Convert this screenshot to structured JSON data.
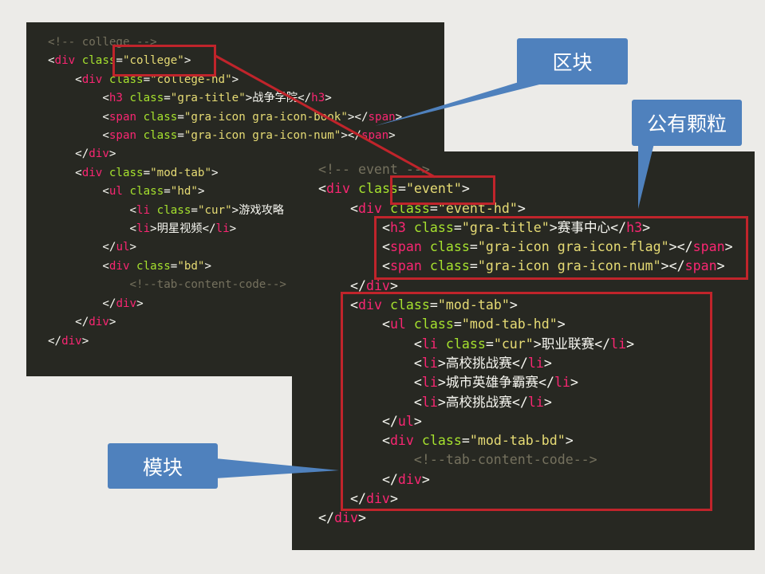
{
  "panels": [
    {
      "lines": [
        [
          0,
          [
            [
              "com",
              "<!-- college -->"
            ]
          ]
        ],
        [
          0,
          [
            [
              "p",
              "<"
            ],
            [
              "tag",
              "div"
            ],
            [
              "attr",
              " class"
            ],
            [
              "p",
              "="
            ],
            [
              "str",
              "\"college\""
            ],
            [
              "p",
              ">"
            ]
          ]
        ],
        [
          1,
          [
            [
              "p",
              "<"
            ],
            [
              "tag",
              "div"
            ],
            [
              "attr",
              " class"
            ],
            [
              "p",
              "="
            ],
            [
              "str",
              "\"college-hd\""
            ],
            [
              "p",
              ">"
            ]
          ]
        ],
        [
          2,
          [
            [
              "p",
              "<"
            ],
            [
              "tag",
              "h3"
            ],
            [
              "attr",
              " class"
            ],
            [
              "p",
              "="
            ],
            [
              "str",
              "\"gra-title\""
            ],
            [
              "p",
              ">"
            ],
            [
              "txt",
              "战争学院"
            ],
            [
              "p",
              "</"
            ],
            [
              "tag",
              "h3"
            ],
            [
              "p",
              ">"
            ]
          ]
        ],
        [
          2,
          [
            [
              "p",
              "<"
            ],
            [
              "tag",
              "span"
            ],
            [
              "attr",
              " class"
            ],
            [
              "p",
              "="
            ],
            [
              "str",
              "\"gra-icon gra-icon-book\""
            ],
            [
              "p",
              "></"
            ],
            [
              "tag",
              "span"
            ],
            [
              "p",
              ">"
            ]
          ]
        ],
        [
          2,
          [
            [
              "p",
              "<"
            ],
            [
              "tag",
              "span"
            ],
            [
              "attr",
              " class"
            ],
            [
              "p",
              "="
            ],
            [
              "str",
              "\"gra-icon gra-icon-num\""
            ],
            [
              "p",
              "></"
            ],
            [
              "tag",
              "span"
            ],
            [
              "p",
              ">"
            ]
          ]
        ],
        [
          1,
          [
            [
              "p",
              "</"
            ],
            [
              "tag",
              "div"
            ],
            [
              "p",
              ">"
            ]
          ]
        ],
        [
          1,
          [
            [
              "p",
              "<"
            ],
            [
              "tag",
              "div"
            ],
            [
              "attr",
              " class"
            ],
            [
              "p",
              "="
            ],
            [
              "str",
              "\"mod-tab\""
            ],
            [
              "p",
              ">"
            ]
          ]
        ],
        [
          2,
          [
            [
              "p",
              "<"
            ],
            [
              "tag",
              "ul"
            ],
            [
              "attr",
              " class"
            ],
            [
              "p",
              "="
            ],
            [
              "str",
              "\"hd\""
            ],
            [
              "p",
              ">"
            ]
          ]
        ],
        [
          3,
          [
            [
              "p",
              "<"
            ],
            [
              "tag",
              "li"
            ],
            [
              "attr",
              " class"
            ],
            [
              "p",
              "="
            ],
            [
              "str",
              "\"cur\""
            ],
            [
              "p",
              ">"
            ],
            [
              "txt",
              "游戏攻略"
            ]
          ]
        ],
        [
          3,
          [
            [
              "p",
              "<"
            ],
            [
              "tag",
              "li"
            ],
            [
              "p",
              ">"
            ],
            [
              "txt",
              "明星视频"
            ],
            [
              "p",
              "</"
            ],
            [
              "tag",
              "li"
            ],
            [
              "p",
              ">"
            ]
          ]
        ],
        [
          2,
          [
            [
              "p",
              "</"
            ],
            [
              "tag",
              "ul"
            ],
            [
              "p",
              ">"
            ]
          ]
        ],
        [
          2,
          [
            [
              "p",
              "<"
            ],
            [
              "tag",
              "div"
            ],
            [
              "attr",
              " class"
            ],
            [
              "p",
              "="
            ],
            [
              "str",
              "\"bd\""
            ],
            [
              "p",
              ">"
            ]
          ]
        ],
        [
          3,
          [
            [
              "com",
              "<!--tab-content-code-->"
            ]
          ]
        ],
        [
          2,
          [
            [
              "p",
              "</"
            ],
            [
              "tag",
              "div"
            ],
            [
              "p",
              ">"
            ]
          ]
        ],
        [
          1,
          [
            [
              "p",
              "</"
            ],
            [
              "tag",
              "div"
            ],
            [
              "p",
              ">"
            ]
          ]
        ],
        [
          0,
          [
            [
              "p",
              "</"
            ],
            [
              "tag",
              "div"
            ],
            [
              "p",
              ">"
            ]
          ]
        ]
      ]
    },
    {
      "lines": [
        [
          0,
          [
            [
              "com",
              "<!-- event -->"
            ]
          ]
        ],
        [
          0,
          [
            [
              "p",
              "<"
            ],
            [
              "tag",
              "div"
            ],
            [
              "attr",
              " class"
            ],
            [
              "p",
              "="
            ],
            [
              "str",
              "\"event\""
            ],
            [
              "p",
              ">"
            ]
          ]
        ],
        [
          1,
          [
            [
              "p",
              "<"
            ],
            [
              "tag",
              "div"
            ],
            [
              "attr",
              " class"
            ],
            [
              "p",
              "="
            ],
            [
              "str",
              "\"event-hd\""
            ],
            [
              "p",
              ">"
            ]
          ]
        ],
        [
          2,
          [
            [
              "p",
              "<"
            ],
            [
              "tag",
              "h3"
            ],
            [
              "attr",
              " class"
            ],
            [
              "p",
              "="
            ],
            [
              "str",
              "\"gra-title\""
            ],
            [
              "p",
              ">"
            ],
            [
              "txt",
              "赛事中心"
            ],
            [
              "p",
              "</"
            ],
            [
              "tag",
              "h3"
            ],
            [
              "p",
              ">"
            ]
          ]
        ],
        [
          2,
          [
            [
              "p",
              "<"
            ],
            [
              "tag",
              "span"
            ],
            [
              "attr",
              " class"
            ],
            [
              "p",
              "="
            ],
            [
              "str",
              "\"gra-icon gra-icon-flag\""
            ],
            [
              "p",
              "></"
            ],
            [
              "tag",
              "span"
            ],
            [
              "p",
              ">"
            ]
          ]
        ],
        [
          2,
          [
            [
              "p",
              "<"
            ],
            [
              "tag",
              "span"
            ],
            [
              "attr",
              " class"
            ],
            [
              "p",
              "="
            ],
            [
              "str",
              "\"gra-icon gra-icon-num\""
            ],
            [
              "p",
              "></"
            ],
            [
              "tag",
              "span"
            ],
            [
              "p",
              ">"
            ]
          ]
        ],
        [
          1,
          [
            [
              "p",
              "</"
            ],
            [
              "tag",
              "div"
            ],
            [
              "p",
              ">"
            ]
          ]
        ],
        [
          1,
          [
            [
              "p",
              "<"
            ],
            [
              "tag",
              "div"
            ],
            [
              "attr",
              " class"
            ],
            [
              "p",
              "="
            ],
            [
              "str",
              "\"mod-tab\""
            ],
            [
              "p",
              ">"
            ]
          ]
        ],
        [
          2,
          [
            [
              "p",
              "<"
            ],
            [
              "tag",
              "ul"
            ],
            [
              "attr",
              " class"
            ],
            [
              "p",
              "="
            ],
            [
              "str",
              "\"mod-tab-hd\""
            ],
            [
              "p",
              ">"
            ]
          ]
        ],
        [
          3,
          [
            [
              "p",
              "<"
            ],
            [
              "tag",
              "li"
            ],
            [
              "attr",
              " class"
            ],
            [
              "p",
              "="
            ],
            [
              "str",
              "\"cur\""
            ],
            [
              "p",
              ">"
            ],
            [
              "txt",
              "职业联赛"
            ],
            [
              "p",
              "</"
            ],
            [
              "tag",
              "li"
            ],
            [
              "p",
              ">"
            ]
          ]
        ],
        [
          3,
          [
            [
              "p",
              "<"
            ],
            [
              "tag",
              "li"
            ],
            [
              "p",
              ">"
            ],
            [
              "txt",
              "高校挑战赛"
            ],
            [
              "p",
              "</"
            ],
            [
              "tag",
              "li"
            ],
            [
              "p",
              ">"
            ]
          ]
        ],
        [
          3,
          [
            [
              "p",
              "<"
            ],
            [
              "tag",
              "li"
            ],
            [
              "p",
              ">"
            ],
            [
              "txt",
              "城市英雄争霸赛"
            ],
            [
              "p",
              "</"
            ],
            [
              "tag",
              "li"
            ],
            [
              "p",
              ">"
            ]
          ]
        ],
        [
          3,
          [
            [
              "p",
              "<"
            ],
            [
              "tag",
              "li"
            ],
            [
              "p",
              ">"
            ],
            [
              "txt",
              "高校挑战赛"
            ],
            [
              "p",
              "</"
            ],
            [
              "tag",
              "li"
            ],
            [
              "p",
              ">"
            ]
          ]
        ],
        [
          2,
          [
            [
              "p",
              "</"
            ],
            [
              "tag",
              "ul"
            ],
            [
              "p",
              ">"
            ]
          ]
        ],
        [
          2,
          [
            [
              "p",
              "<"
            ],
            [
              "tag",
              "div"
            ],
            [
              "attr",
              " class"
            ],
            [
              "p",
              "="
            ],
            [
              "str",
              "\"mod-tab-bd\""
            ],
            [
              "p",
              ">"
            ]
          ]
        ],
        [
          3,
          [
            [
              "com",
              "<!--tab-content-code-->"
            ]
          ]
        ],
        [
          2,
          [
            [
              "p",
              "</"
            ],
            [
              "tag",
              "div"
            ],
            [
              "p",
              ">"
            ]
          ]
        ],
        [
          1,
          [
            [
              "p",
              "</"
            ],
            [
              "tag",
              "div"
            ],
            [
              "p",
              ">"
            ]
          ]
        ],
        [
          0,
          [
            [
              "p",
              "</"
            ],
            [
              "tag",
              "div"
            ],
            [
              "p",
              ">"
            ]
          ]
        ]
      ]
    }
  ],
  "callouts": {
    "block": "区块",
    "shared": "公有颗粒",
    "module": "模块"
  },
  "colors": {
    "accent": "#4f81bd",
    "highlight": "#c0242b"
  }
}
